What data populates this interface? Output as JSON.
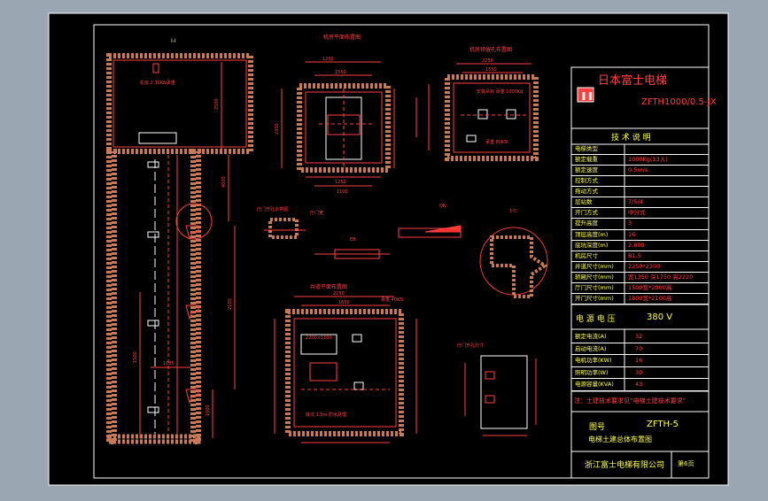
{
  "colors": {
    "background": "#9aa6b2",
    "sheet": "#000000",
    "frame": "#ffffff",
    "structure": "#ff4040",
    "dimension": "#ff2a2a",
    "wall_hatch": "#c87a56",
    "text_white": "#ffffff",
    "text_yellow": "#ffff55"
  },
  "views": {
    "section": {
      "label": "I-I"
    },
    "machine_room_plan": {
      "title": "机房平面布置图",
      "dim_top": "1250",
      "dim_inner": "1550",
      "dim_side": "2300",
      "dim_bottom": "1250",
      "dim_bottom2": "1100"
    },
    "hoist_hole_plan": {
      "title": "机房预留孔布置图",
      "dim_top": "2250",
      "dim_inner": "1550",
      "label_a": "安装吊钩 承重 1000Kg",
      "label_b": "承重 80KN"
    },
    "pit_plan": {
      "title": "井道平面布置图",
      "dim_top": "2250",
      "dim_inner": "1650",
      "label_beam": "承重 40KN",
      "label_door": "2200×1100",
      "label_pit": "底坑 1.5m 防水处理"
    },
    "detail_a": {
      "title": "厅门开孔示意图",
      "label": "厅门宽"
    },
    "detail_b": {
      "label": "EB"
    },
    "detail_c": {
      "label": "QN"
    },
    "detail_d": {
      "label": "1:5"
    },
    "detail_e": {
      "title": "厅门开孔尺寸"
    }
  },
  "section_labels": {
    "machine_room": "机房 2 30KN承重",
    "height1": "2500",
    "height2": "4000",
    "height3": "2100",
    "height4": "1085",
    "overhead": "1000",
    "pit": "1500"
  },
  "title_block": {
    "company": "日本富士电梯",
    "model": "ZFTH1000/0.5-JX",
    "spec_title": "技 术 说 明",
    "specs": [
      {
        "label": "电梯类型",
        "value": ""
      },
      {
        "label": "额定载重",
        "value": "1000Kg(13人)"
      },
      {
        "label": "额定速度",
        "value": "0.5m/s"
      },
      {
        "label": "控制方式",
        "value": ""
      },
      {
        "label": "拖动方式",
        "value": ""
      },
      {
        "label": "层站数",
        "value": "7/5/4"
      },
      {
        "label": "开门方式",
        "value": "中分式"
      },
      {
        "label": "提升高度",
        "value": "3"
      },
      {
        "label": "顶层高度(m)",
        "value": "16"
      },
      {
        "label": "底坑深度(m)",
        "value": "2.800"
      },
      {
        "label": "机房尺寸",
        "value": "B1.5"
      },
      {
        "label": "井道尺寸(mm)",
        "value": "2250*2300"
      },
      {
        "label": "轿厢尺寸(mm)",
        "value": "宽1350 深1750 高2220"
      },
      {
        "label": "厅门尺寸(mm)",
        "value": "1500宽*2000高"
      },
      {
        "label": "开门尺寸(mm)",
        "value": "1800宽*2100高"
      }
    ],
    "power_label": "电 源 电 压",
    "power_value": "380 V",
    "elec": [
      {
        "label": "额定电流(A)",
        "value": "32"
      },
      {
        "label": "启动电流(A)",
        "value": "70"
      },
      {
        "label": "电机功率(KW)",
        "value": "16"
      },
      {
        "label": "照明功率(W)",
        "value": "30"
      },
      {
        "label": "电源容量(KVA)",
        "value": "43"
      }
    ],
    "note": "注：土建技术要求见“电梯土建技术要求”",
    "drawing_no_label": "图号",
    "drawing_no": "ZFTH-5",
    "drawing_title": "电梯土建总体布置图",
    "footer_company": "浙江富士电梯有限公司",
    "sheet": "第6页"
  }
}
